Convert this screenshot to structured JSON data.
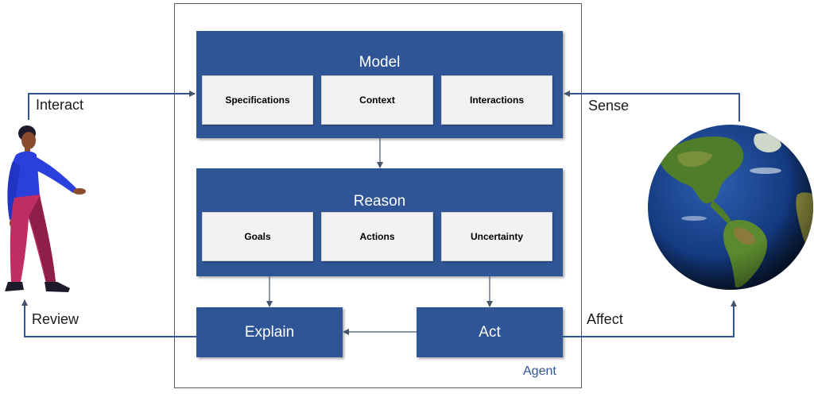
{
  "agent": {
    "label": "Agent"
  },
  "model": {
    "title": "Model",
    "items": [
      "Specifications",
      "Context",
      "Interactions"
    ]
  },
  "reason": {
    "title": "Reason",
    "items": [
      "Goals",
      "Actions",
      "Uncertainty"
    ]
  },
  "explain": {
    "label": "Explain"
  },
  "act": {
    "label": "Act"
  },
  "edges": {
    "interact": "Interact",
    "sense": "Sense",
    "review": "Review",
    "affect": "Affect"
  },
  "colors": {
    "block": "#2f5597",
    "arrow": "#44546a",
    "subbox": "#f2f2f2"
  },
  "icons": {
    "person": "person-illustration",
    "world": "earth-globe-illustration"
  }
}
